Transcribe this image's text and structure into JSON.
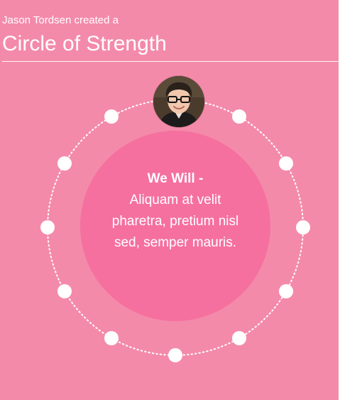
{
  "header": {
    "subtitle": "Jason Tordsen created a",
    "title": "Circle of Strength"
  },
  "creator": {
    "name": "Jason Tordsen"
  },
  "circle": {
    "member_slots": 11,
    "statement_lead": "We Will -",
    "statement_body": "Aliquam at velit pharetra, pretium nisl sed, semper mauris."
  },
  "colors": {
    "background": "#f48aaa",
    "inner_circle": "#f5709f",
    "text": "#ffffff"
  }
}
